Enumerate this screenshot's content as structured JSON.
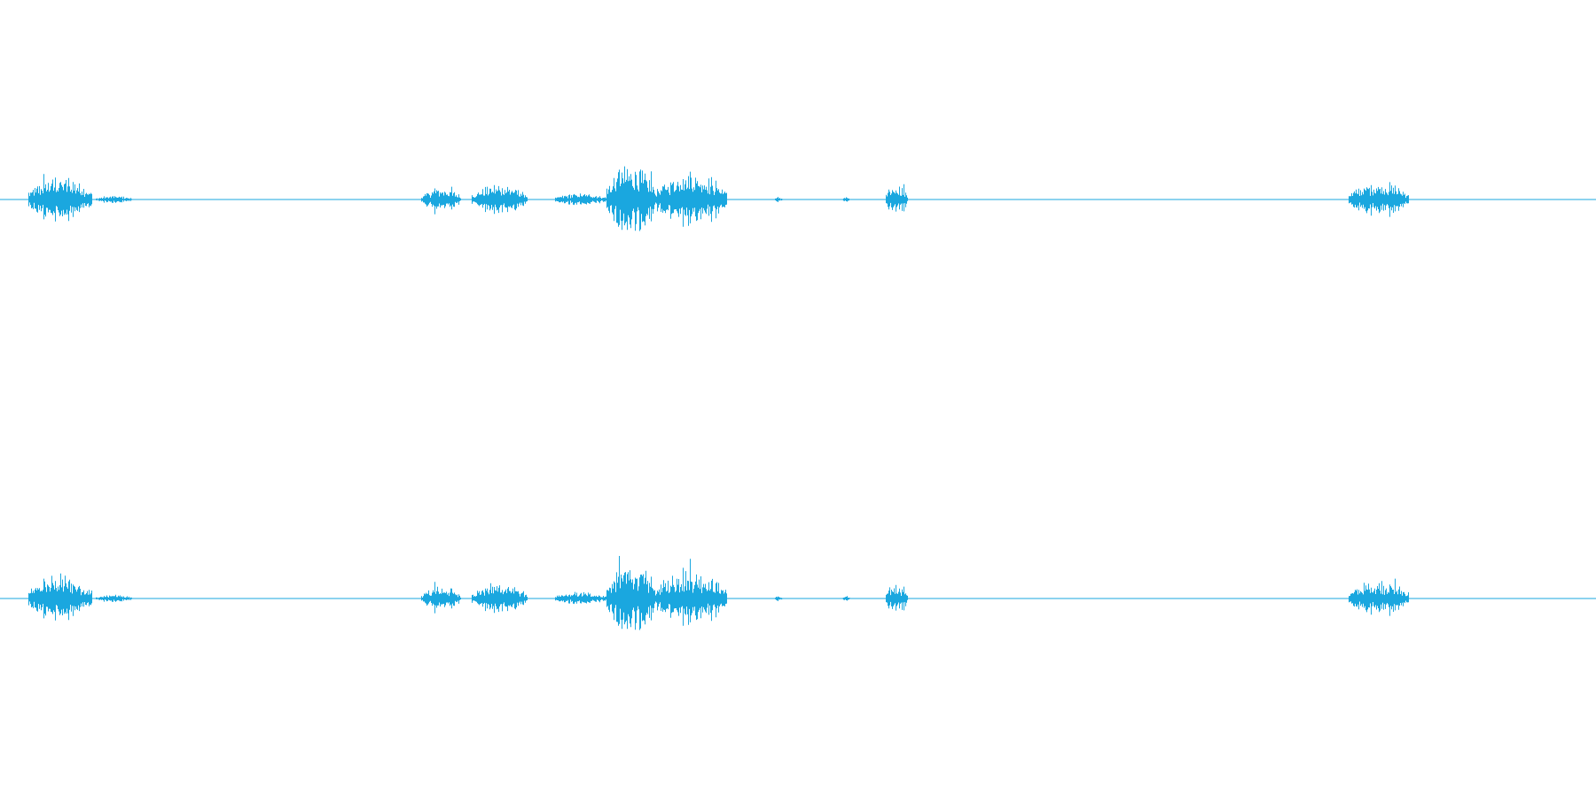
{
  "waveform": {
    "color": "#1aa7df",
    "channel_count": 2,
    "channels": [
      {
        "name": ""
      },
      {
        "name": ""
      }
    ],
    "time_axis": {
      "min": 0,
      "max": 1
    },
    "amplitude_axis": {
      "min": -1,
      "max": 1
    },
    "bursts": [
      {
        "start": 0.018,
        "end": 0.057,
        "peak": 0.18
      },
      {
        "start": 0.06,
        "end": 0.082,
        "peak": 0.03
      },
      {
        "start": 0.264,
        "end": 0.288,
        "peak": 0.09
      },
      {
        "start": 0.296,
        "end": 0.33,
        "peak": 0.12
      },
      {
        "start": 0.348,
        "end": 0.38,
        "peak": 0.05
      },
      {
        "start": 0.38,
        "end": 0.41,
        "peak": 0.28
      },
      {
        "start": 0.41,
        "end": 0.455,
        "peak": 0.22
      },
      {
        "start": 0.485,
        "end": 0.49,
        "peak": 0.02
      },
      {
        "start": 0.528,
        "end": 0.532,
        "peak": 0.02
      },
      {
        "start": 0.555,
        "end": 0.568,
        "peak": 0.12
      },
      {
        "start": 0.845,
        "end": 0.882,
        "peak": 0.14
      }
    ],
    "spikes": [
      {
        "t": 0.027,
        "peak": 0.2
      },
      {
        "t": 0.272,
        "peak": 0.13
      },
      {
        "t": 0.283,
        "peak": 0.1
      },
      {
        "t": 0.388,
        "peak": 0.3
      },
      {
        "t": 0.408,
        "peak": 0.22
      },
      {
        "t": 0.428,
        "peak": 0.24
      },
      {
        "t": 0.432,
        "peak": 0.28
      },
      {
        "t": 0.566,
        "peak": 0.12
      },
      {
        "t": 0.874,
        "peak": 0.14
      }
    ]
  }
}
